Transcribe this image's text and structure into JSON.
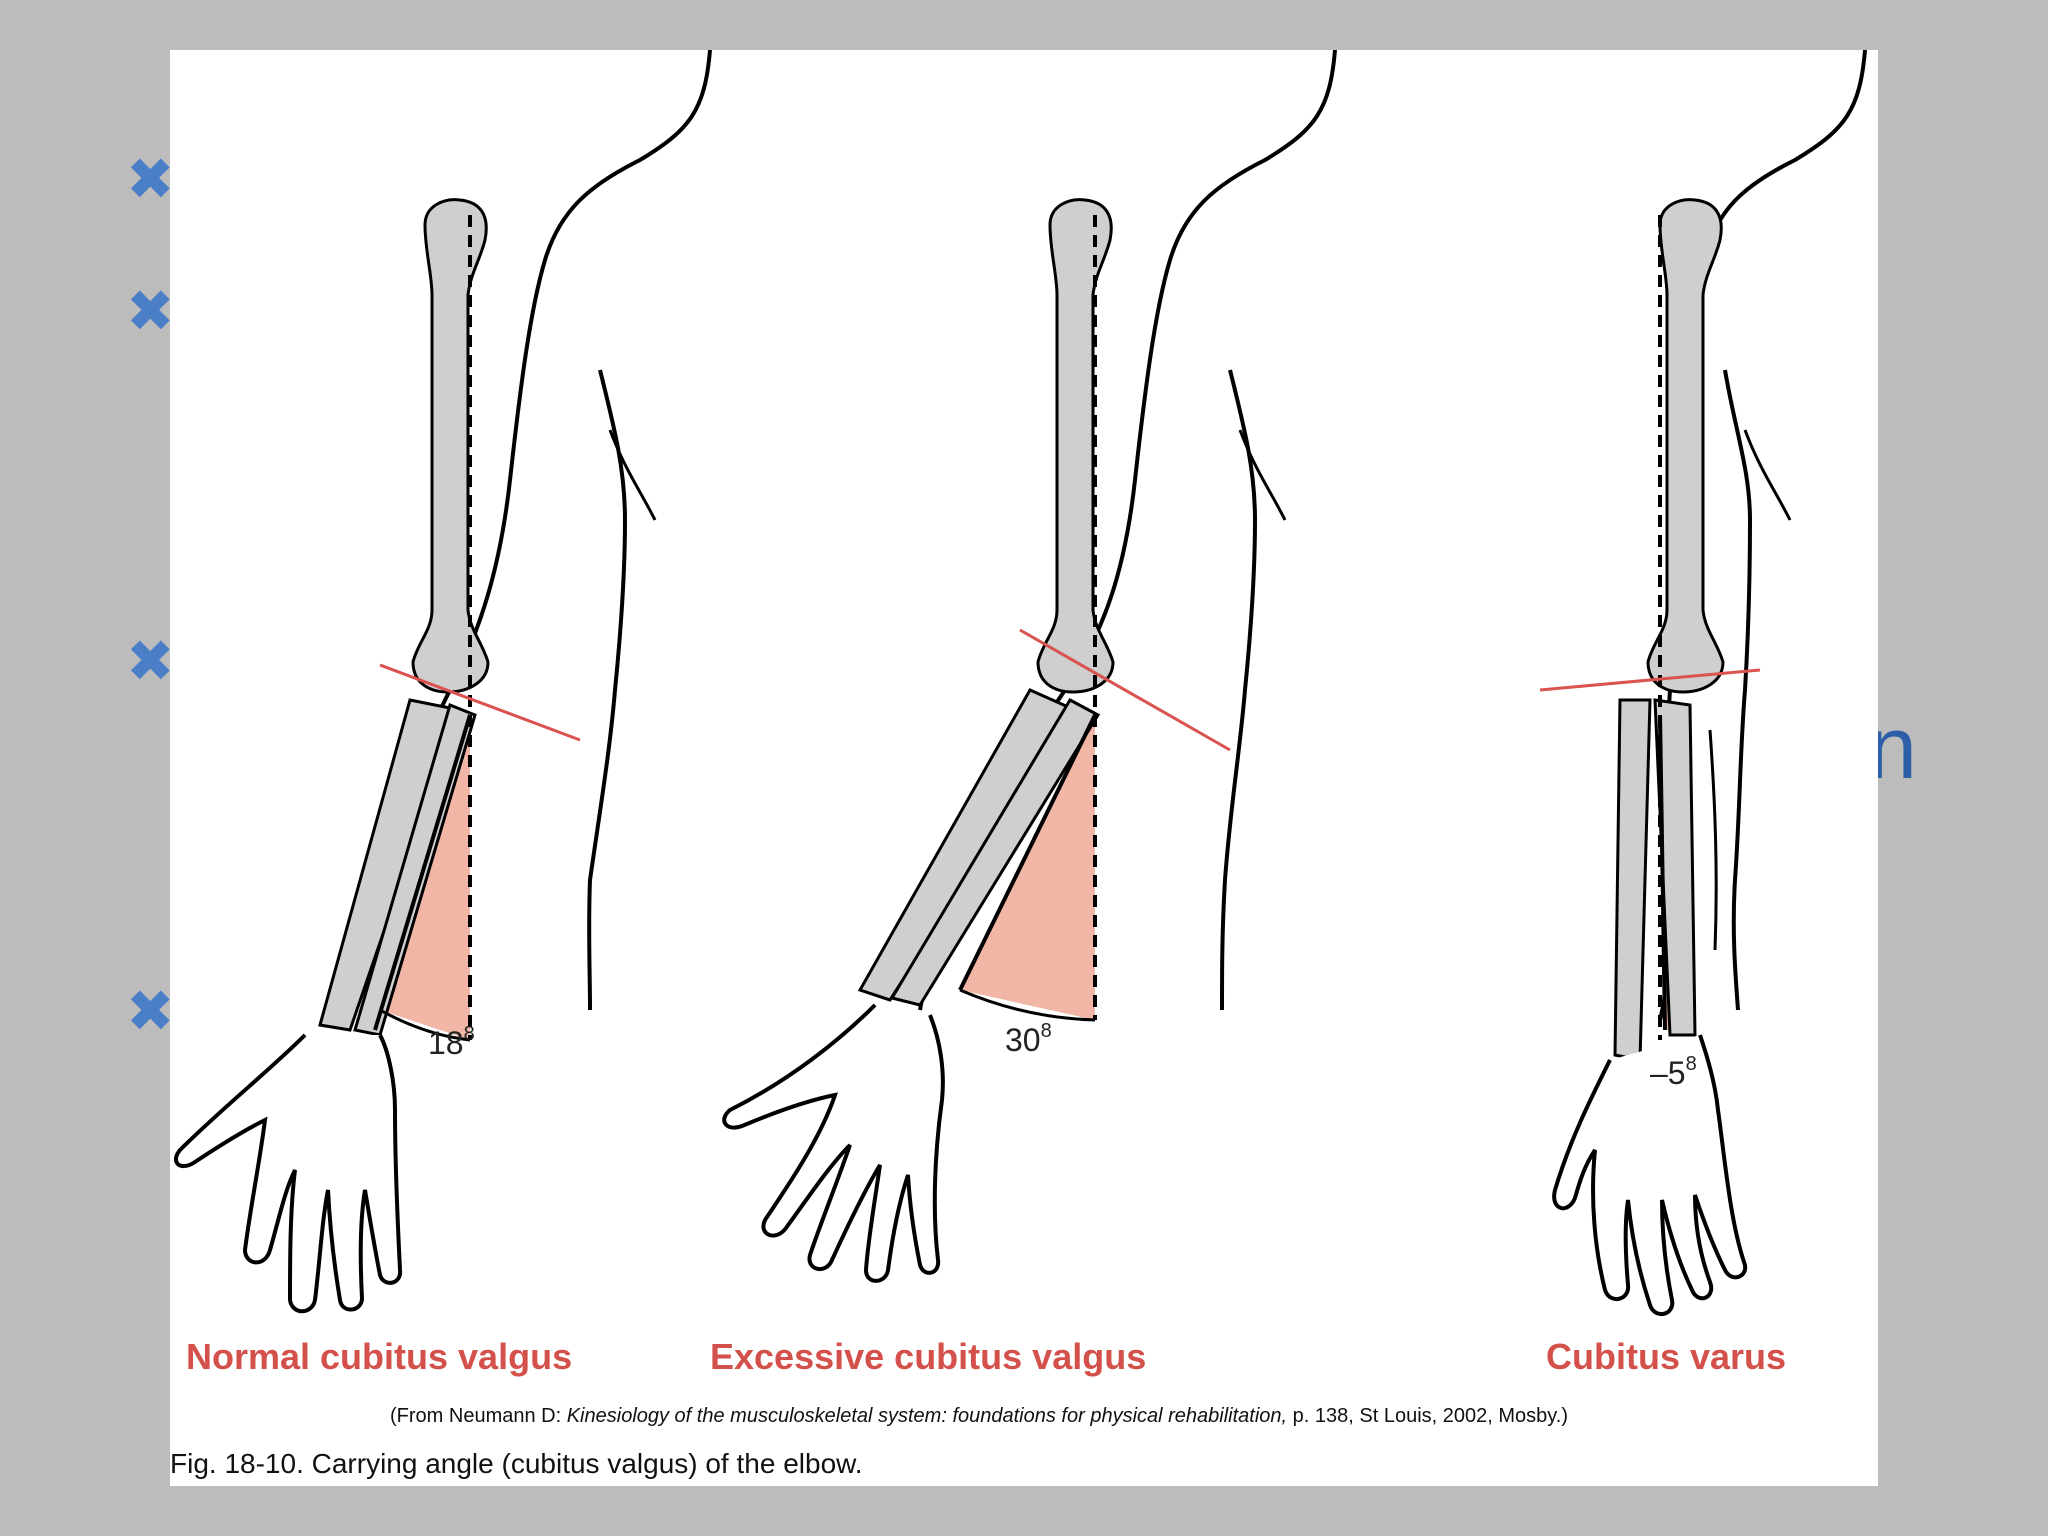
{
  "background": {
    "bullet_color": "#4a7ec6",
    "bullet_icon": "x-bullet-icon",
    "partial_text": "n"
  },
  "figure": {
    "panels": [
      {
        "label": "Normal cubitus valgus",
        "angle_value": "18",
        "angle_suffix": "8"
      },
      {
        "label": "Excessive cubitus valgus",
        "angle_value": "30",
        "angle_suffix": "8"
      },
      {
        "label": "Cubitus varus",
        "angle_value": "–5",
        "angle_suffix": "8"
      }
    ],
    "source_prefix": "(From Neumann D: ",
    "source_title": "Kinesiology of the musculoskeletal system: foundations for physical rehabilitation,",
    "source_suffix": " p. 138, St Louis, 2002, Mosby.)",
    "caption": "Fig. 18-10. Carrying angle (cubitus valgus) of the elbow.",
    "colors": {
      "label_red": "#d4504a",
      "bone_fill": "#cfcfcf",
      "angle_fill": "#f2b6a6",
      "axis_line": "#d9534f"
    }
  }
}
